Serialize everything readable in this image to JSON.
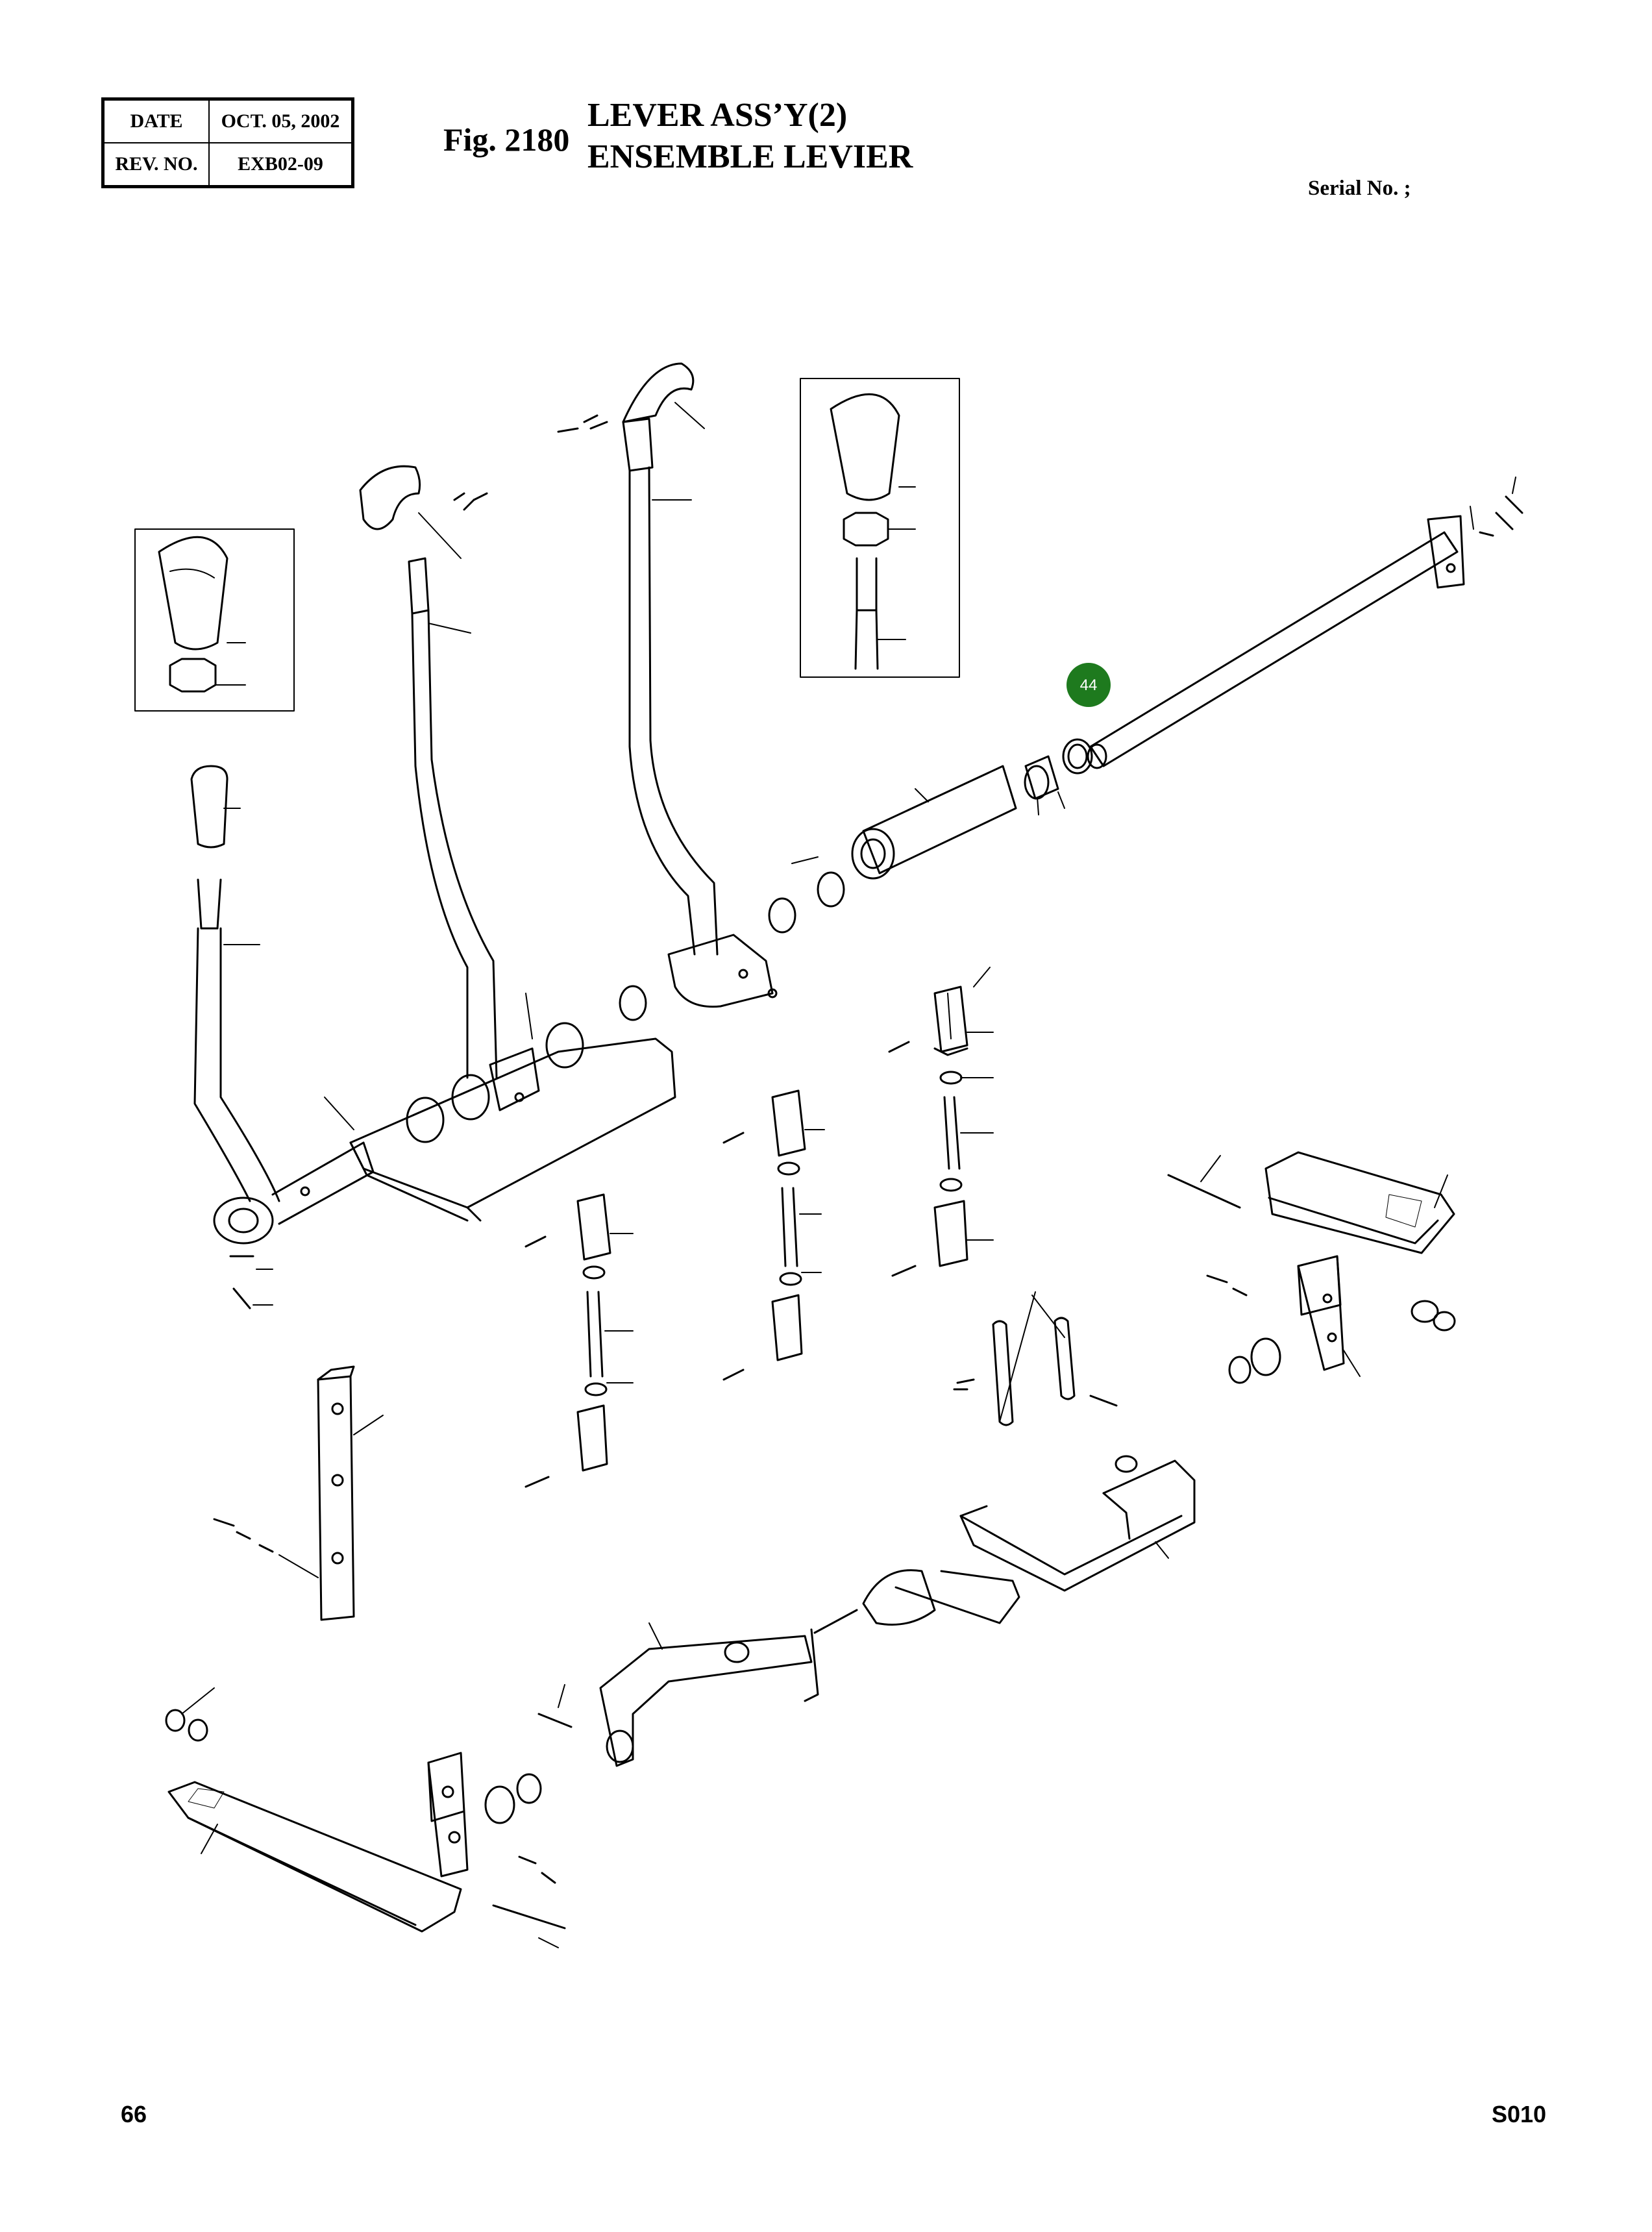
{
  "header": {
    "date_label": "DATE",
    "date_value": "OCT. 05, 2002",
    "rev_label": "REV. NO.",
    "rev_value": "EXB02-09"
  },
  "figure": {
    "number": "Fig. 2180",
    "title_line1": "LEVER ASS’Y(2)",
    "title_line2": "ENSEMBLE LEVIER",
    "serial": "Serial No. ;"
  },
  "callout": {
    "label": "44",
    "color": "#1e7a1e"
  },
  "footer": {
    "page_number": "66",
    "page_code": "S010"
  }
}
